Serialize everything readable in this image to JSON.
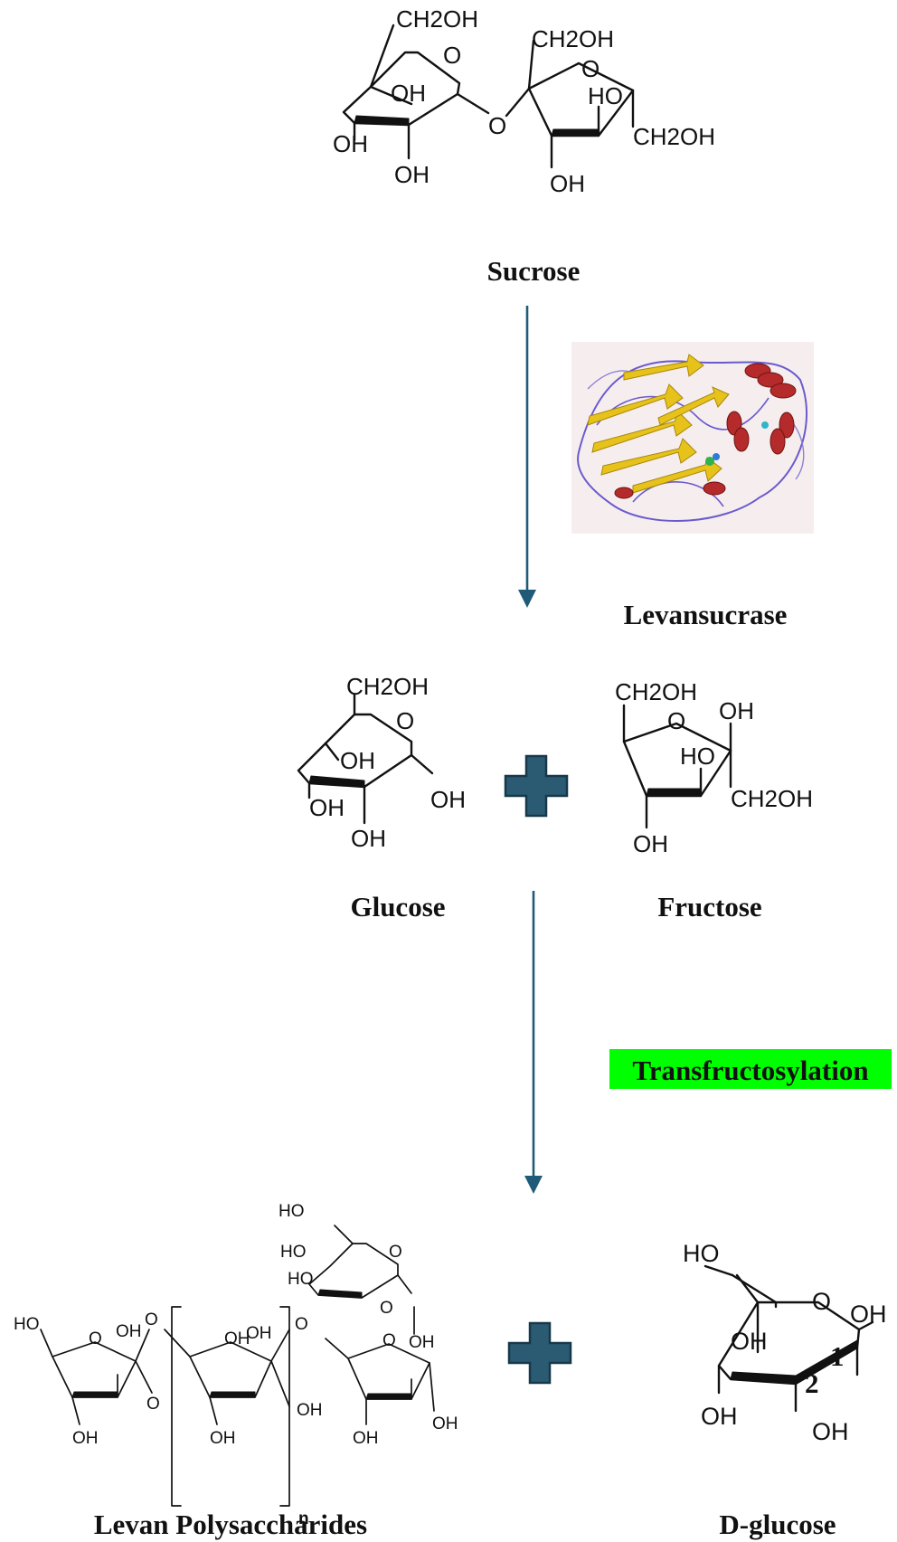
{
  "diagram": {
    "compounds": {
      "sucrose": {
        "name": "Sucrose",
        "atoms": [
          "CH2OH",
          "O",
          "OH",
          "OH",
          "OH",
          "O",
          "CH2OH",
          "O",
          "HO",
          "CH2OH",
          "OH"
        ]
      },
      "glucose": {
        "name": "Glucose",
        "atoms": [
          "CH2OH",
          "O",
          "OH",
          "OH",
          "OH",
          "OH"
        ]
      },
      "fructose": {
        "name": "Fructose",
        "atoms": [
          "CH2OH",
          "O",
          "OH",
          "HO",
          "CH2OH",
          "OH"
        ]
      },
      "levan": {
        "name": "Levan Polysaccharides",
        "repeat": "n",
        "atoms": [
          "HO",
          "O",
          "OH",
          "O",
          "OH",
          "O",
          "OH",
          "OH",
          "OH",
          "O",
          "OH",
          "O",
          "HO",
          "HO",
          "HO",
          "O",
          "OH",
          "O",
          "OH",
          "OH"
        ]
      },
      "d_glucose": {
        "name": "D-glucose",
        "atoms": [
          "HO",
          "O",
          "OH",
          "OH",
          "OH",
          "OH"
        ],
        "carbon_numbers": [
          "1",
          "2"
        ]
      }
    },
    "enzyme": {
      "name": "Levansucrase"
    },
    "process": {
      "name": "Transfructosylation",
      "highlight_color": "#00ff00"
    },
    "colors": {
      "arrow": "#1f5b78",
      "plus": "#2b5a73",
      "alpha_helix": "#b52a2a",
      "beta_sheet": "#e6c21a",
      "coil": "#6a5acd"
    },
    "icons": {
      "plus": "plus-icon",
      "arrow": "arrow-down-icon"
    }
  }
}
